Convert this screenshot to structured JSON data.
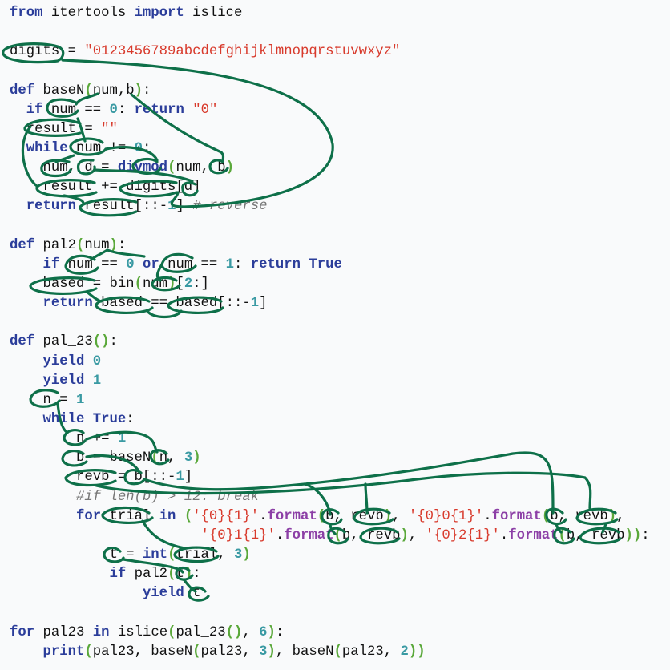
{
  "ink_color": "#0e7049",
  "colors": {
    "keyword": "#2b3d9a",
    "string": "#d83a2c",
    "number": "#3a9aa3",
    "paren": "#5aa83a",
    "method": "#8c3fa6",
    "comment": "#777777",
    "text": "#111111",
    "background": "#f9fafb"
  },
  "code": {
    "lines": [
      [
        [
          "kw",
          "from"
        ],
        [
          "t",
          " itertools "
        ],
        [
          "kw",
          "import"
        ],
        [
          "t",
          " islice"
        ]
      ],
      [],
      [
        [
          "t",
          "digits = "
        ],
        [
          "str",
          "\"0123456789abcdefghijklmnopqrstuvwxyz\""
        ]
      ],
      [],
      [
        [
          "kw",
          "def"
        ],
        [
          "t",
          " baseN"
        ],
        [
          "par",
          "("
        ],
        [
          "t",
          "num,b"
        ],
        [
          "par",
          ")"
        ],
        [
          "t",
          ":"
        ]
      ],
      [
        [
          "t",
          "  "
        ],
        [
          "kw",
          "if"
        ],
        [
          "t",
          " num == "
        ],
        [
          "num",
          "0"
        ],
        [
          "t",
          ": "
        ],
        [
          "kw",
          "return"
        ],
        [
          "t",
          " "
        ],
        [
          "str",
          "\"0\""
        ]
      ],
      [
        [
          "t",
          "  result = "
        ],
        [
          "str",
          "\"\""
        ]
      ],
      [
        [
          "t",
          "  "
        ],
        [
          "kw",
          "while"
        ],
        [
          "t",
          " num != "
        ],
        [
          "num",
          "0"
        ],
        [
          "t",
          ":"
        ]
      ],
      [
        [
          "t",
          "    num, d = "
        ],
        [
          "bi",
          "divmod"
        ],
        [
          "par",
          "("
        ],
        [
          "t",
          "num, b"
        ],
        [
          "par",
          ")"
        ]
      ],
      [
        [
          "t",
          "    result += digits[d]"
        ]
      ],
      [
        [
          "t",
          "  "
        ],
        [
          "kw",
          "return"
        ],
        [
          "t",
          " result[::-"
        ],
        [
          "num",
          "1"
        ],
        [
          "t",
          "] "
        ],
        [
          "cm",
          "# reverse"
        ]
      ],
      [],
      [
        [
          "kw",
          "def"
        ],
        [
          "t",
          " pal2"
        ],
        [
          "par",
          "("
        ],
        [
          "t",
          "num"
        ],
        [
          "par",
          ")"
        ],
        [
          "t",
          ":"
        ]
      ],
      [
        [
          "t",
          "    "
        ],
        [
          "kw",
          "if"
        ],
        [
          "t",
          " num == "
        ],
        [
          "num",
          "0"
        ],
        [
          "t",
          " "
        ],
        [
          "kw",
          "or"
        ],
        [
          "t",
          " num == "
        ],
        [
          "num",
          "1"
        ],
        [
          "t",
          ": "
        ],
        [
          "kw",
          "return"
        ],
        [
          "t",
          " "
        ],
        [
          "kw",
          "True"
        ]
      ],
      [
        [
          "t",
          "    based = bin"
        ],
        [
          "par",
          "("
        ],
        [
          "t",
          "num"
        ],
        [
          "par",
          ")"
        ],
        [
          "t",
          "["
        ],
        [
          "num",
          "2"
        ],
        [
          "t",
          ":]"
        ]
      ],
      [
        [
          "t",
          "    "
        ],
        [
          "kw",
          "return"
        ],
        [
          "t",
          " based == based[::-"
        ],
        [
          "num",
          "1"
        ],
        [
          "t",
          "]"
        ]
      ],
      [],
      [
        [
          "kw",
          "def"
        ],
        [
          "t",
          " pal_23"
        ],
        [
          "par",
          "()"
        ],
        [
          "t",
          ":"
        ]
      ],
      [
        [
          "t",
          "    "
        ],
        [
          "kw",
          "yield"
        ],
        [
          "t",
          " "
        ],
        [
          "num",
          "0"
        ]
      ],
      [
        [
          "t",
          "    "
        ],
        [
          "kw",
          "yield"
        ],
        [
          "t",
          " "
        ],
        [
          "num",
          "1"
        ]
      ],
      [
        [
          "t",
          "    n = "
        ],
        [
          "num",
          "1"
        ]
      ],
      [
        [
          "t",
          "    "
        ],
        [
          "kw",
          "while"
        ],
        [
          "t",
          " "
        ],
        [
          "kw",
          "True"
        ],
        [
          "t",
          ":"
        ]
      ],
      [
        [
          "t",
          "        n += "
        ],
        [
          "num",
          "1"
        ]
      ],
      [
        [
          "t",
          "        b = baseN"
        ],
        [
          "par",
          "("
        ],
        [
          "t",
          "n, "
        ],
        [
          "num",
          "3"
        ],
        [
          "par",
          ")"
        ]
      ],
      [
        [
          "t",
          "        revb = b[::-"
        ],
        [
          "num",
          "1"
        ],
        [
          "t",
          "]"
        ]
      ],
      [
        [
          "t",
          "        "
        ],
        [
          "cm",
          "#if len(b) > 12: break"
        ]
      ],
      [
        [
          "t",
          "        "
        ],
        [
          "kw",
          "for"
        ],
        [
          "t",
          " trial "
        ],
        [
          "kw",
          "in"
        ],
        [
          "t",
          " "
        ],
        [
          "par",
          "("
        ],
        [
          "str",
          "'{0}{1}'"
        ],
        [
          "t",
          "."
        ],
        [
          "fn",
          "format"
        ],
        [
          "par",
          "("
        ],
        [
          "t",
          "b, revb"
        ],
        [
          "par",
          ")"
        ],
        [
          "t",
          ", "
        ],
        [
          "str",
          "'{0}0{1}'"
        ],
        [
          "t",
          "."
        ],
        [
          "fn",
          "format"
        ],
        [
          "par",
          "("
        ],
        [
          "t",
          "b, revb"
        ],
        [
          "par",
          ")"
        ],
        [
          "t",
          ","
        ]
      ],
      [
        [
          "t",
          "                       "
        ],
        [
          "str",
          "'{0}1{1}'"
        ],
        [
          "t",
          "."
        ],
        [
          "fn",
          "format"
        ],
        [
          "par",
          "("
        ],
        [
          "t",
          "b, revb"
        ],
        [
          "par",
          ")"
        ],
        [
          "t",
          ", "
        ],
        [
          "str",
          "'{0}2{1}'"
        ],
        [
          "t",
          "."
        ],
        [
          "fn",
          "format"
        ],
        [
          "par",
          "("
        ],
        [
          "t",
          "b, revb"
        ],
        [
          "par",
          "))"
        ],
        [
          "t",
          ":"
        ]
      ],
      [
        [
          "t",
          "            t = "
        ],
        [
          "kw",
          "int"
        ],
        [
          "par",
          "("
        ],
        [
          "t",
          "trial, "
        ],
        [
          "num",
          "3"
        ],
        [
          "par",
          ")"
        ]
      ],
      [
        [
          "t",
          "            "
        ],
        [
          "kw",
          "if"
        ],
        [
          "t",
          " pal2"
        ],
        [
          "par",
          "("
        ],
        [
          "t",
          "t"
        ],
        [
          "par",
          ")"
        ],
        [
          "t",
          ":"
        ]
      ],
      [
        [
          "t",
          "                "
        ],
        [
          "kw",
          "yield"
        ],
        [
          "t",
          " t"
        ]
      ],
      [],
      [
        [
          "kw",
          "for"
        ],
        [
          "t",
          " pal23 "
        ],
        [
          "kw",
          "in"
        ],
        [
          "t",
          " islice"
        ],
        [
          "par",
          "("
        ],
        [
          "t",
          "pal_23"
        ],
        [
          "par",
          "()"
        ],
        [
          "t",
          ", "
        ],
        [
          "num",
          "6"
        ],
        [
          "par",
          ")"
        ],
        [
          "t",
          ":"
        ]
      ],
      [
        [
          "t",
          "    "
        ],
        [
          "kw",
          "print"
        ],
        [
          "par",
          "("
        ],
        [
          "t",
          "pal23, baseN"
        ],
        [
          "par",
          "("
        ],
        [
          "t",
          "pal23, "
        ],
        [
          "num",
          "3"
        ],
        [
          "par",
          ")"
        ],
        [
          "t",
          ", baseN"
        ],
        [
          "par",
          "("
        ],
        [
          "t",
          "pal23, "
        ],
        [
          "num",
          "2"
        ],
        [
          "par",
          "))"
        ]
      ]
    ]
  }
}
